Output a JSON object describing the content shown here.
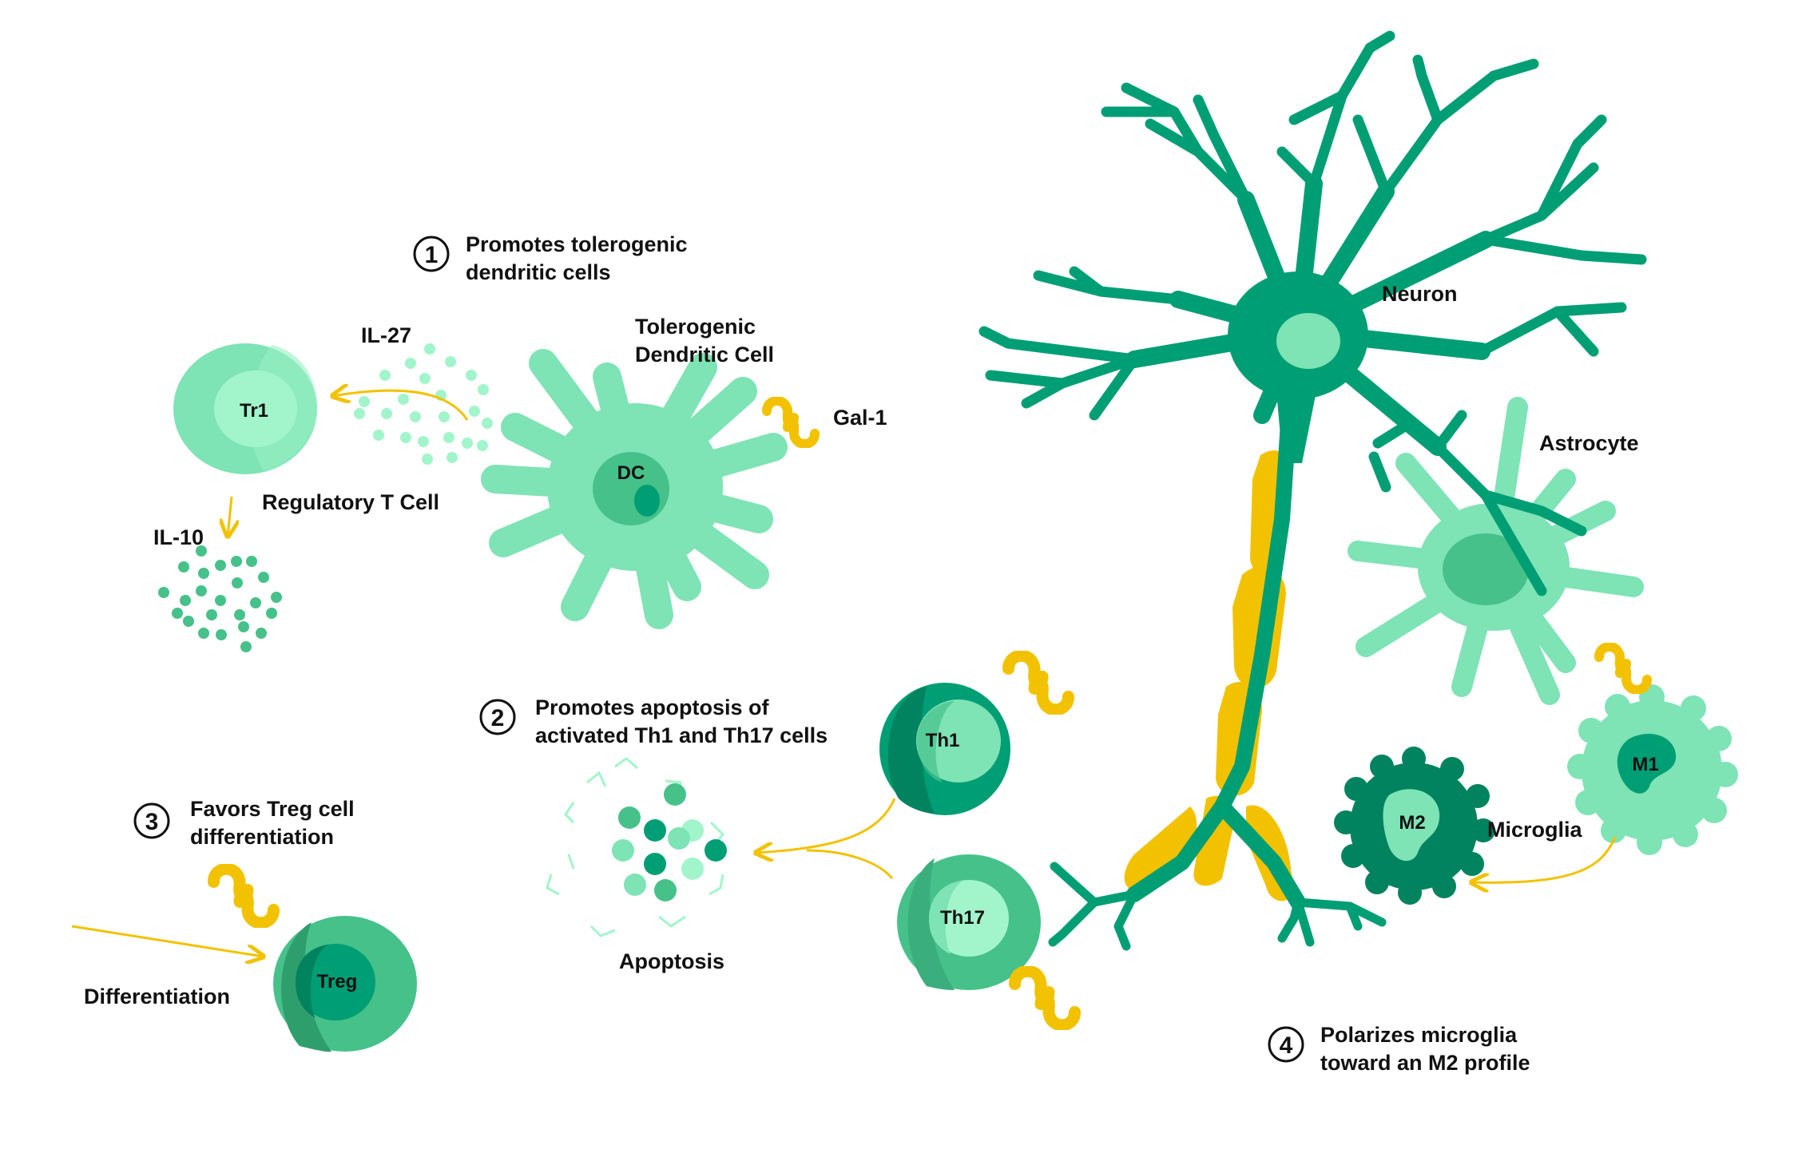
{
  "colors": {
    "dark_green": "#009e74",
    "mid_green": "#46c18a",
    "light_green": "#7ee3b5",
    "pale_green": "#a2f5cb",
    "deep_green": "#00835e",
    "yellow": "#f2c200",
    "text": "#111111"
  },
  "steps": {
    "s1": {
      "num": "1",
      "line1": "Promotes tolerogenic",
      "line2": "dendritic cells"
    },
    "s2": {
      "num": "2",
      "line1": "Promotes apoptosis of",
      "line2": "activated Th1 and Th17 cells"
    },
    "s3": {
      "num": "3",
      "line1": "Favors Treg cell",
      "line2": "differentiation"
    },
    "s4": {
      "num": "4",
      "line1": "Polarizes microglia",
      "line2": "toward an M2 profile"
    }
  },
  "labels": {
    "il27": "IL-27",
    "il10": "IL-10",
    "tr1": "Tr1",
    "regulatory_t_cell": "Regulatory T Cell",
    "tolerogenic_dc_line1": "Tolerogenic",
    "tolerogenic_dc_line2": "Dendritic Cell",
    "dc": "DC",
    "gal1": "Gal-1",
    "neuron": "Neuron",
    "astrocyte": "Astrocyte",
    "th1": "Th1",
    "th17": "Th17",
    "apoptosis": "Apoptosis",
    "treg": "Treg",
    "differentiation": "Differentiation",
    "m1": "M1",
    "m2": "M2",
    "microglia": "Microglia"
  },
  "icons": [
    "galectin-1-icon",
    "arrow-icon",
    "dots-cytokine-icon"
  ]
}
